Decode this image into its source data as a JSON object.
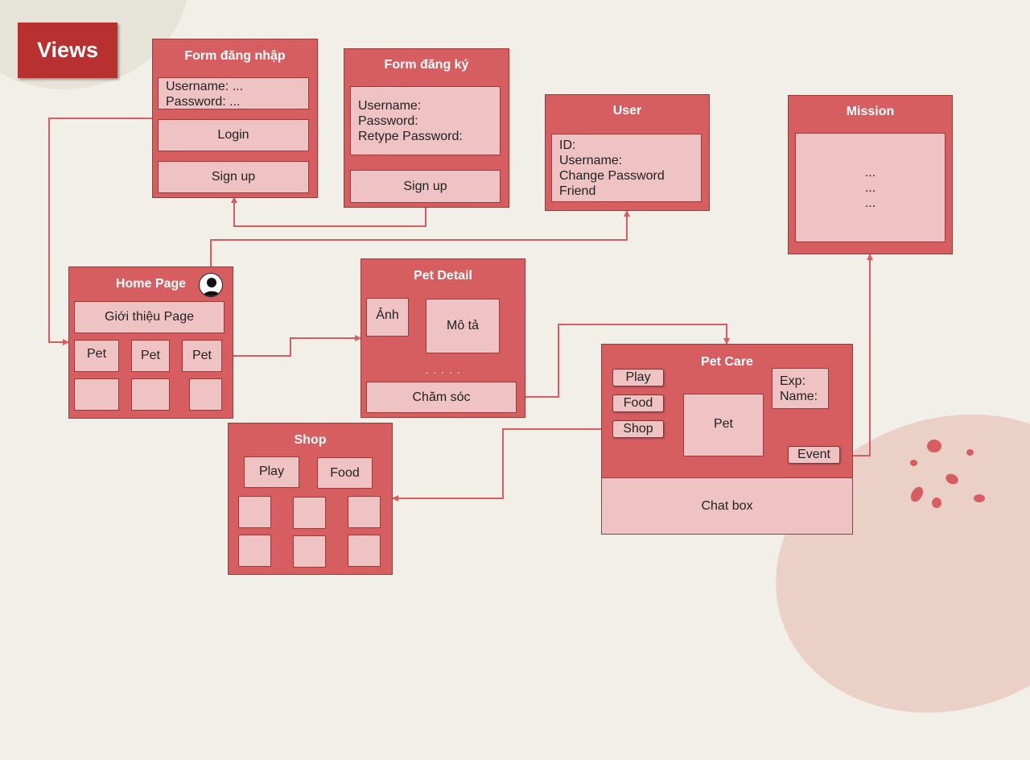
{
  "slide": {
    "title": "Views"
  },
  "colors": {
    "box": "#d65d60",
    "inner": "#efc2c3",
    "arrow": "#d65d60",
    "badge": "#b8302f"
  },
  "login_form": {
    "title": "Form đăng nhập",
    "fields": [
      "Username: ...",
      "Password: ..."
    ],
    "login_button": "Login",
    "signup_button": "Sign up"
  },
  "register_form": {
    "title": "Form đăng ký",
    "fields": [
      "Username:",
      "Password:",
      "Retype Password:"
    ],
    "signup_button": "Sign up"
  },
  "user": {
    "title": "User",
    "fields": [
      "ID:",
      "Username:",
      "Change Password",
      "Friend"
    ]
  },
  "mission": {
    "title": "Mission",
    "lines": [
      "...",
      "...",
      "..."
    ]
  },
  "home_page": {
    "title": "Home Page",
    "avatar_icon": "user-avatar-icon",
    "intro": "Giới thiệu Page",
    "pets": [
      "Pet",
      "Pet",
      "Pet"
    ]
  },
  "pet_detail": {
    "title": "Pet Detail",
    "image": "Ảnh",
    "description": "Mô tả",
    "ellipsis": ". . . . .",
    "care_button": "Chăm sóc"
  },
  "pet_care": {
    "title": "Pet Care",
    "play": "Play",
    "food": "Food",
    "shop": "Shop",
    "pet": "Pet",
    "exp": "Exp:",
    "name": "Name:",
    "event": "Event",
    "chat_box": "Chat box"
  },
  "shop": {
    "title": "Shop",
    "play": "Play",
    "food": "Food"
  }
}
